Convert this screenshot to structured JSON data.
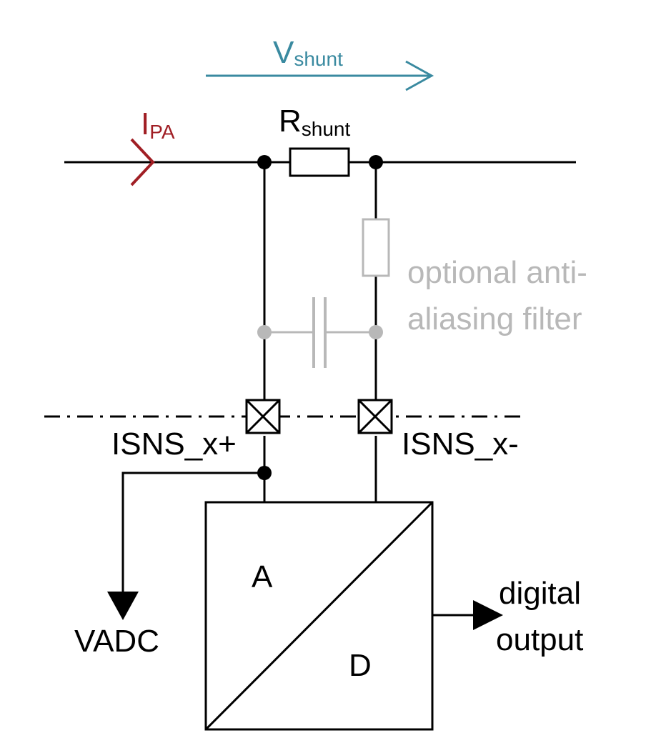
{
  "labels": {
    "v_main": "V",
    "v_sub": "shunt",
    "i_main": "I",
    "i_sub": "PA",
    "r_main": "R",
    "r_sub": "shunt",
    "filter_line1": "optional anti-",
    "filter_line2": "aliasing filter",
    "isns_plus": "ISNS_x+",
    "isns_minus": "ISNS_x-",
    "vadc": "VADC",
    "adc_a": "A",
    "adc_d": "D",
    "out_line1": "digital",
    "out_line2": "output"
  },
  "colors": {
    "wire": "#000000",
    "voltage_arrow": "#3a8aa0",
    "current_arrow": "#a01e24",
    "optional": "#b8b8b8"
  }
}
